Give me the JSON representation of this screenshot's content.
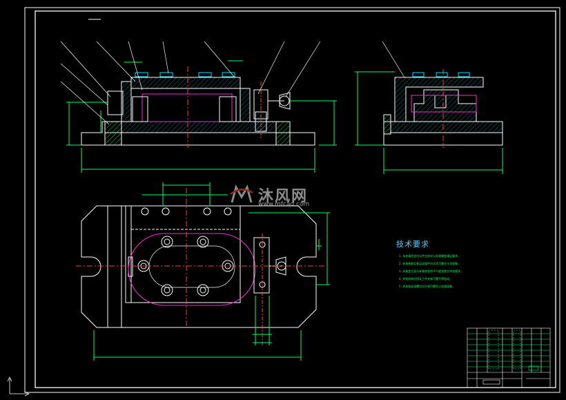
{
  "drawing": {
    "tech_requirements_title": "技术要求",
    "tech_notes": [
      "1. 本夹具的定位元件应经淬火处理硬度满足要求。",
      "2. 夹具装配后各运动部件应灵活可靠无卡滞现象。",
      "3. 夹具定位面与安装底面的平行度误差应符合要求。",
      "4. 夹紧机构应保证工件夹紧可靠不得松动。",
      "5. 夹具各连接螺钉应拧紧可靠防止松脱现象。"
    ]
  },
  "watermark": {
    "brand": "沐风网",
    "url": "www.mfcad.com"
  },
  "colors": {
    "frame": "#ffffff",
    "outline": "#ffffff",
    "dimension": "#00ff66",
    "center": "#ff3b3b",
    "magenta": "#ff2bd6",
    "cyan": "#00e0ff",
    "yellow": "#ffe14d"
  },
  "icons": {
    "watermark_logo": "mf-logo-icon"
  }
}
